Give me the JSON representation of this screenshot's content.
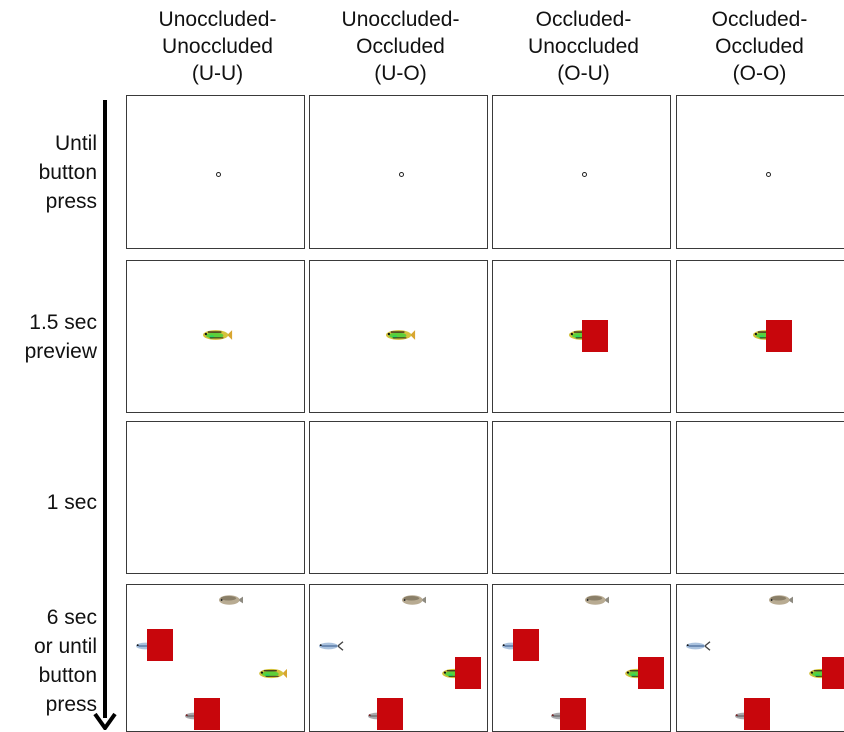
{
  "columns": [
    {
      "label": "Unoccluded-\nUnoccluded\n(U-U)"
    },
    {
      "label": "Unoccluded-\nOccluded\n(U-O)"
    },
    {
      "label": "Occluded-\nUnoccluded\n(O-U)"
    },
    {
      "label": "Occluded-\nOccluded\n(O-O)"
    }
  ],
  "rows": [
    {
      "label": "Until\nbutton\npress"
    },
    {
      "label": "1.5 sec\npreview"
    },
    {
      "label": "1 sec"
    },
    {
      "label": "6 sec\nor until\nbutton\npress"
    }
  ],
  "colors": {
    "occluder": "#c8060c",
    "panel_border": "#3a3a3a",
    "arrow": "#000000"
  },
  "stimuli": {
    "fixation": "fixation-circle",
    "target_fish": "green-yellow-striped-fish",
    "distractor_fish_1": "tan-fish",
    "distractor_fish_2": "blue-silver-fish",
    "distractor_fish_3": "grey-silver-fish",
    "occluder": "red-square-occluder"
  }
}
